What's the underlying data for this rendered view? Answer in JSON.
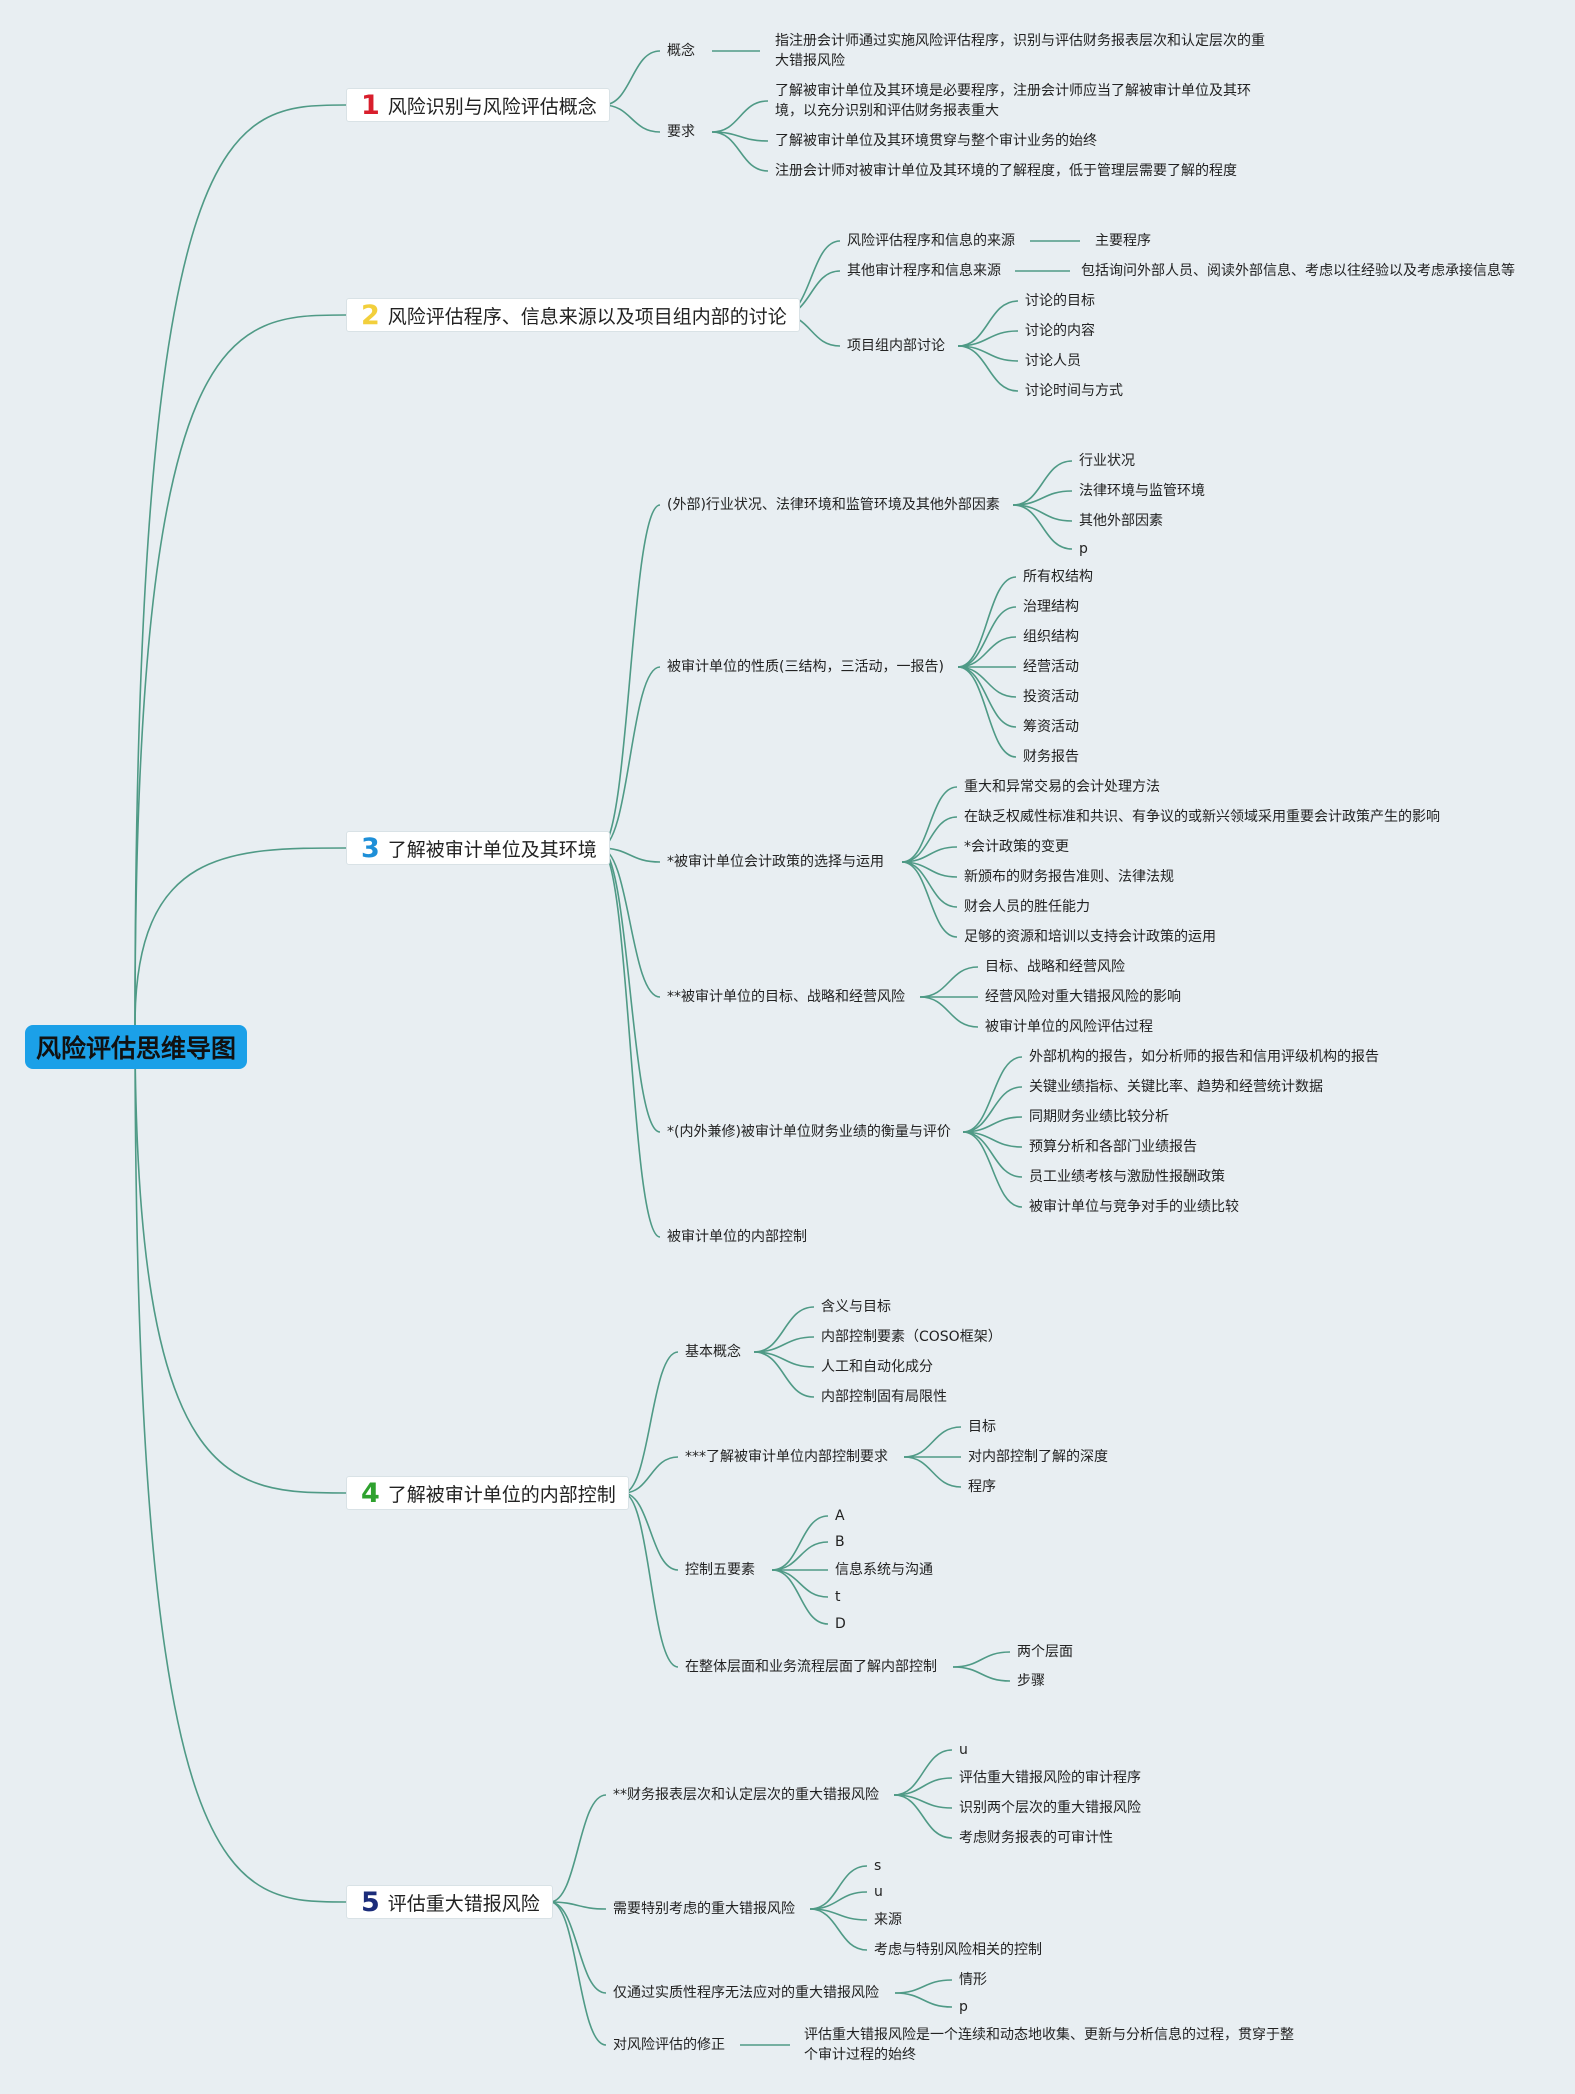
{
  "root": {
    "title": "风险评估思维导图"
  },
  "branches": [
    {
      "num": "1",
      "num_color": "#d81e2c",
      "label": "风险识别与风险评估概念"
    },
    {
      "num": "2",
      "num_color": "#f2cf3c",
      "label": "风险评估程序、信息来源以及项目组内部的讨论"
    },
    {
      "num": "3",
      "num_color": "#1e8fd8",
      "label": "了解被审计单位及其环境"
    },
    {
      "num": "4",
      "num_color": "#2ea12e",
      "label": "了解被审计单位的内部控制"
    },
    {
      "num": "5",
      "num_color": "#1b2c7a",
      "label": "评估重大错报风险"
    }
  ],
  "nodes": {
    "b1_concept": "概念",
    "b1_concept_detail": "指注册会计师通过实施风险评估程序，识别与评估财务报表层次和认定层次的重大错报风险",
    "b1_req": "要求",
    "b1_req_1": "了解被审计单位及其环境是必要程序，注册会计师应当了解被审计单位及其环境，以充分识别和评估财务报表重大",
    "b1_req_2": "了解被审计单位及其环境贯穿与整个审计业务的始终",
    "b1_req_3": "注册会计师对被审计单位及其环境的了解程度，低于管理层需要了解的程度",
    "b2_a": "风险评估程序和信息的来源",
    "b2_a_detail": "主要程序",
    "b2_b": "其他审计程序和信息来源",
    "b2_b_detail": "包括询问外部人员、阅读外部信息、考虑以往经验以及考虑承接信息等",
    "b2_c": "项目组内部讨论",
    "b2_c_1": "讨论的目标",
    "b2_c_2": "讨论的内容",
    "b2_c_3": "讨论人员",
    "b2_c_4": "讨论时间与方式",
    "b3_a": "(外部)行业状况、法律环境和监管环境及其他外部因素",
    "b3_a_1": "行业状况",
    "b3_a_2": "法律环境与监管环境",
    "b3_a_3": "其他外部因素",
    "b3_a_4": "p",
    "b3_b": "被审计单位的性质(三结构，三活动，一报告)",
    "b3_b_1": "所有权结构",
    "b3_b_2": "治理结构",
    "b3_b_3": "组织结构",
    "b3_b_4": "经营活动",
    "b3_b_5": "投资活动",
    "b3_b_6": "筹资活动",
    "b3_b_7": "财务报告",
    "b3_c": "*被审计单位会计政策的选择与运用",
    "b3_c_1": "重大和异常交易的会计处理方法",
    "b3_c_2": "在缺乏权威性标准和共识、有争议的或新兴领域采用重要会计政策产生的影响",
    "b3_c_3": "*会计政策的变更",
    "b3_c_4": "新颁布的财务报告准则、法律法规",
    "b3_c_5": "财会人员的胜任能力",
    "b3_c_6": "足够的资源和培训以支持会计政策的运用",
    "b3_d": "**被审计单位的目标、战略和经营风险",
    "b3_d_1": "目标、战略和经营风险",
    "b3_d_2": "经营风险对重大错报风险的影响",
    "b3_d_3": "被审计单位的风险评估过程",
    "b3_e": "*(内外兼修)被审计单位财务业绩的衡量与评价",
    "b3_e_1": "外部机构的报告，如分析师的报告和信用评级机构的报告",
    "b3_e_2": "关键业绩指标、关键比率、趋势和经营统计数据",
    "b3_e_3": "同期财务业绩比较分析",
    "b3_e_4": "预算分析和各部门业绩报告",
    "b3_e_5": "员工业绩考核与激励性报酬政策",
    "b3_e_6": "被审计单位与竞争对手的业绩比较",
    "b3_f": "被审计单位的内部控制",
    "b4_a": "基本概念",
    "b4_a_1": "含义与目标",
    "b4_a_2": "内部控制要素（COSO框架）",
    "b4_a_3": "人工和自动化成分",
    "b4_a_4": "内部控制固有局限性",
    "b4_b": "***了解被审计单位内部控制要求",
    "b4_b_1": "目标",
    "b4_b_2": "对内部控制了解的深度",
    "b4_b_3": "程序",
    "b4_c": "控制五要素",
    "b4_c_1": "A",
    "b4_c_2": "B",
    "b4_c_3": "信息系统与沟通",
    "b4_c_4": "t",
    "b4_c_5": "D",
    "b4_d": "在整体层面和业务流程层面了解内部控制",
    "b4_d_1": "两个层面",
    "b4_d_2": "步骤",
    "b5_a": "**财务报表层次和认定层次的重大错报风险",
    "b5_a_1": "u",
    "b5_a_2": "评估重大错报风险的审计程序",
    "b5_a_3": "识别两个层次的重大错报风险",
    "b5_a_4": "考虑财务报表的可审计性",
    "b5_b": "需要特别考虑的重大错报风险",
    "b5_b_1": "s",
    "b5_b_2": "u",
    "b5_b_3": "来源",
    "b5_b_4": "考虑与特别风险相关的控制",
    "b5_c": "仅通过实质性程序无法应对的重大错报风险",
    "b5_c_1": "情形",
    "b5_c_2": "p",
    "b5_d": "对风险评估的修正",
    "b5_d_detail": "评估重大错报风险是一个连续和动态地收集、更新与分析信息的过程，贯穿于整个审计过程的始终"
  }
}
